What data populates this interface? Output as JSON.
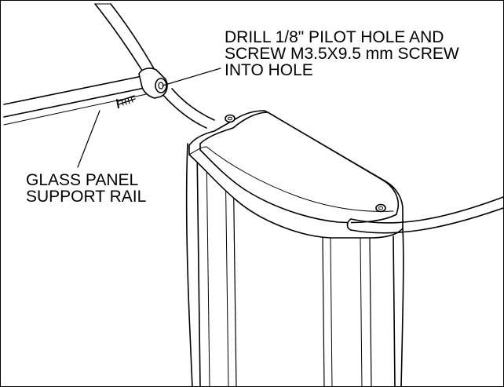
{
  "callouts": {
    "drill_instruction": {
      "lines": [
        "DRILL 1/8\" PILOT HOLE AND",
        "SCREW M3.5X9.5 mm SCREW",
        "INTO HOLE"
      ]
    },
    "rail_label": {
      "lines": [
        "GLASS PANEL",
        "SUPPORT RAIL"
      ]
    }
  }
}
